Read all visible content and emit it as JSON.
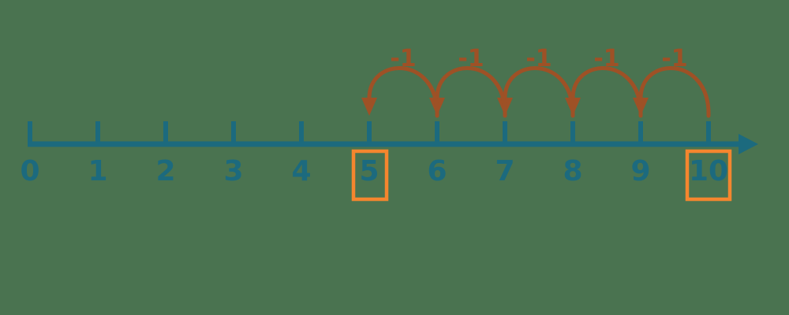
{
  "colors": {
    "background": "#4A7350",
    "line": "#1C6A7E",
    "jump": "#9E5126",
    "highlight": "#F5862E"
  },
  "numberline": {
    "labels": [
      "0",
      "1",
      "2",
      "3",
      "4",
      "5",
      "6",
      "7",
      "8",
      "9",
      "10"
    ],
    "highlighted": [
      "5",
      "10"
    ]
  },
  "jumps": {
    "items": [
      {
        "label": "-1",
        "from": "10",
        "to": "9"
      },
      {
        "label": "-1",
        "from": "9",
        "to": "8"
      },
      {
        "label": "-1",
        "from": "8",
        "to": "7"
      },
      {
        "label": "-1",
        "from": "7",
        "to": "6"
      },
      {
        "label": "-1",
        "from": "6",
        "to": "5"
      }
    ]
  },
  "chart_data": {
    "type": "number_line",
    "axis_range": [
      0,
      10
    ],
    "tick_step": 1,
    "tick_labels": [
      "0",
      "1",
      "2",
      "3",
      "4",
      "5",
      "6",
      "7",
      "8",
      "9",
      "10"
    ],
    "highlighted_values": [
      5,
      10
    ],
    "jumps": [
      {
        "from": 10,
        "to": 9,
        "label": "-1"
      },
      {
        "from": 9,
        "to": 8,
        "label": "-1"
      },
      {
        "from": 8,
        "to": 7,
        "label": "-1"
      },
      {
        "from": 7,
        "to": 6,
        "label": "-1"
      },
      {
        "from": 6,
        "to": 5,
        "label": "-1"
      }
    ]
  }
}
